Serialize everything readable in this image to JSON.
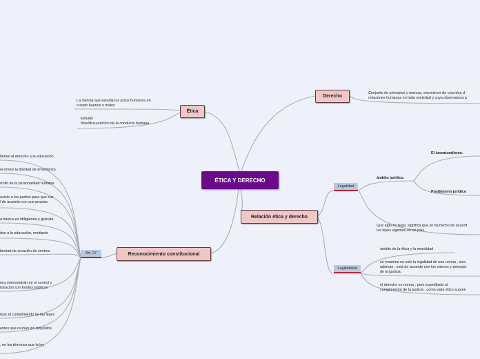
{
  "root": {
    "label": "ÉTICA Y DERECHO"
  },
  "etica": {
    "label": "Ética",
    "def1_line1": "La ciencia que estudia los actos humanos en",
    "def1_line2": "cuanto buenos o malos",
    "def2_line1": "Estudio",
    "def2_line2": "filosófico-práctico de la conducta humana."
  },
  "derecho": {
    "label": "Derecho",
    "def_line1": "Conjunto de principios y normas, expresivos de una idea d",
    "def_line2": "relaciones humanas en toda sociedad y cuya observancia p"
  },
  "relacion": {
    "label": "Relación ética y derecho",
    "legalidad": {
      "label": "Legalidad",
      "ambito": "ámbito jurídico.",
      "iusnaturalismo": "El iusnaturalismo.",
      "positivismo": "Positivismo jurídico",
      "legal_line1": "Que algo es legal, significa que se ha hecho de acuerd",
      "legal_line2": "las leyes vigentes en un país."
    },
    "legitimidad": {
      "label": "Legitimidad",
      "ambito": "ámbito de la ética y la moralidad",
      "examina_line1": "se examina no solo la legalidad de una norma , sino",
      "examina_line2": "además , está de acuerdo con los valores y principio",
      "examina_line3": "de la justicia.",
      "norma_line1": "el derecho es norma , pero supeditada al",
      "norma_line2": "cumplimiento de la justicia , como valor ético supren"
    }
  },
  "reconocimiento": {
    "label": "Reconocimiento constitucional",
    "art_label": "Art. 27",
    "items": [
      "tienen el derecho a la educación.",
      "econoce la libertad de enseñanza",
      "rrollo de la personalidad humana",
      "asiste a los padres para que sus",
      "l de acuerdo con sus propias",
      "a básica es obligatoria y gratuita.",
      "dos a la educación, mediante",
      "ibertad de creación de centros",
      "nos intervendrán en el control y",
      "istración con fondos públicos",
      "tizar el cumplimiento de las leyes",
      "entes que reúnan los requisitos",
      ", en los términos que la ley"
    ]
  }
}
